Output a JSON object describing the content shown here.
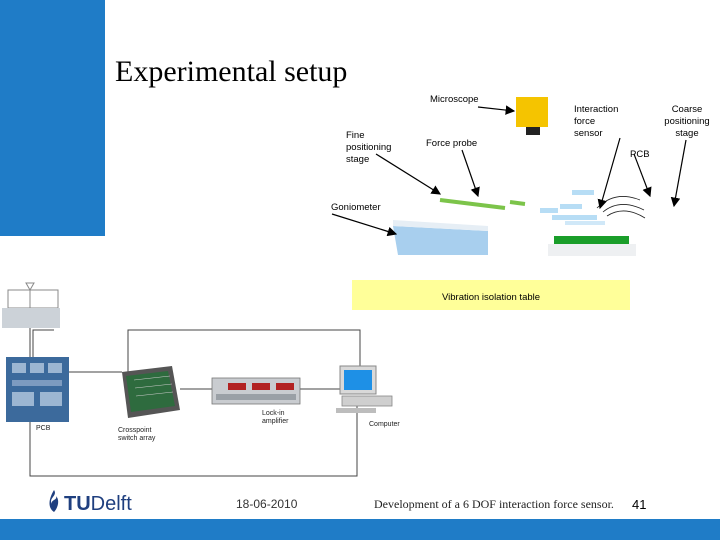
{
  "slide": {
    "title": "Experimental setup",
    "labels": {
      "microscope": "Microscope",
      "fine_stage_1": "Fine",
      "fine_stage_2": "positioning",
      "fine_stage_3": "stage",
      "force_probe": "Force probe",
      "sensor_1": "Interaction",
      "sensor_2": "force",
      "sensor_3": "sensor",
      "coarse_1": "Coarse",
      "coarse_2": "positioning",
      "coarse_3": "stage",
      "pcb_top": "PCB",
      "goniometer": "Goniometer",
      "vibration_table": "Vibration isolation table"
    },
    "diagram_labels": {
      "pcb": "PCB",
      "crosspoint_1": "Crosspoint",
      "crosspoint_2": "switch array",
      "lockin_1": "Lock-in",
      "lockin_2": "amplifier",
      "computer": "Computer"
    }
  },
  "footer": {
    "logo_tu": "TU",
    "logo_delft": "Delft",
    "date": "18-06-2010",
    "title": "Development of a 6 DOF interaction force sensor.",
    "page": "41"
  },
  "colors": {
    "brand_blue": "#1f7cc7",
    "vibration_table": "#ffff99",
    "microscope": "#f5c400",
    "pcb_green": "#1a9e2a",
    "probe_green": "#7cc44a"
  }
}
